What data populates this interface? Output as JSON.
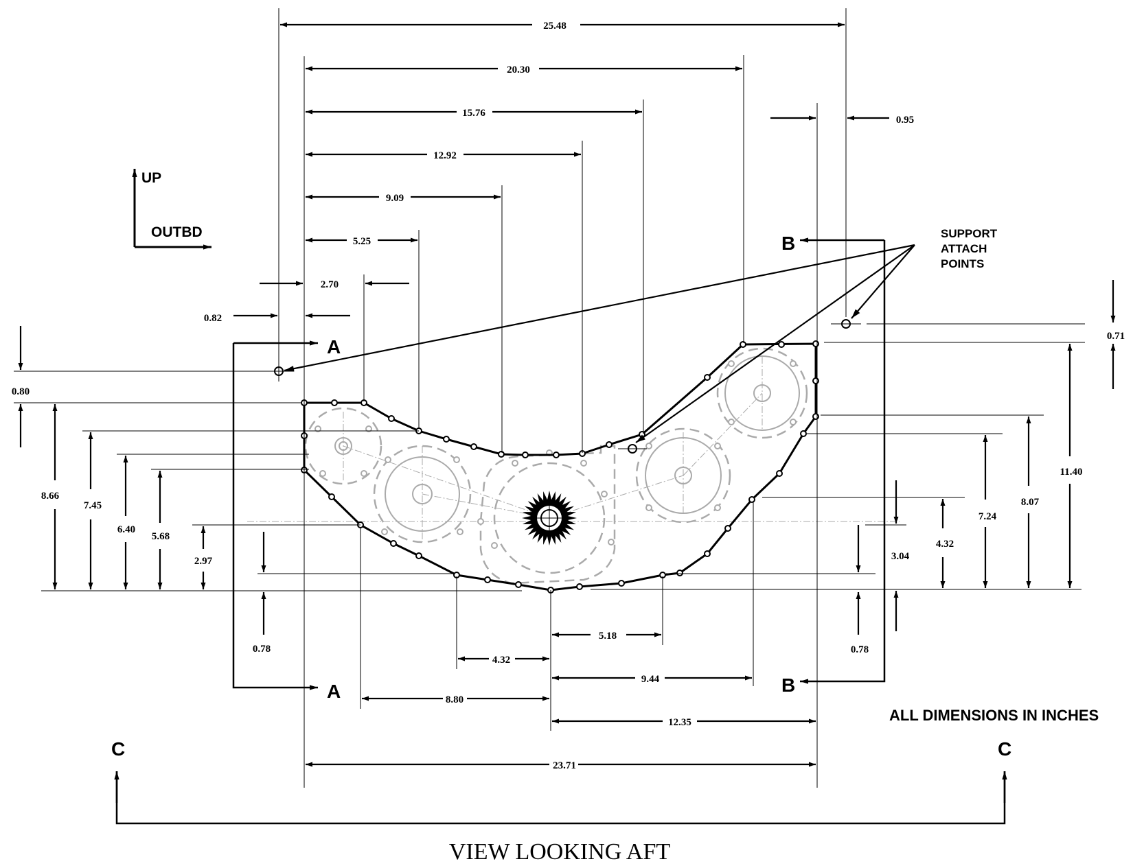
{
  "title": "VIEW LOOKING AFT",
  "note": "ALL DIMENSIONS IN INCHES",
  "orientation": {
    "up_label": "UP",
    "outbd_label": "OUTBD"
  },
  "callout": {
    "line1": "SUPPORT",
    "line2": "ATTACH",
    "line3": "POINTS"
  },
  "sections": {
    "a": "A",
    "b": "B",
    "c": "C"
  },
  "dimensions": {
    "d25_48": "25.48",
    "d20_30": "20.30",
    "d15_76": "15.76",
    "d12_92": "12.92",
    "d9_09": "9.09",
    "d5_25": "5.25",
    "d2_70": "2.70",
    "d0_82": "0.82",
    "d0_95": "0.95",
    "d0_71": "0.71",
    "d0_80": "0.80",
    "d8_66": "8.66",
    "d7_45": "7.45",
    "d6_40": "6.40",
    "d5_68": "5.68",
    "d2_97": "2.97",
    "d0_78_left": "0.78",
    "d0_78_right": "0.78",
    "d3_04": "3.04",
    "d4_32_right": "4.32",
    "d7_24": "7.24",
    "d8_07": "8.07",
    "d11_40": "11.40",
    "d5_18": "5.18",
    "d4_32_bottom": "4.32",
    "d9_44": "9.44",
    "d8_80": "8.80",
    "d12_35": "12.35",
    "d23_71": "23.71"
  }
}
